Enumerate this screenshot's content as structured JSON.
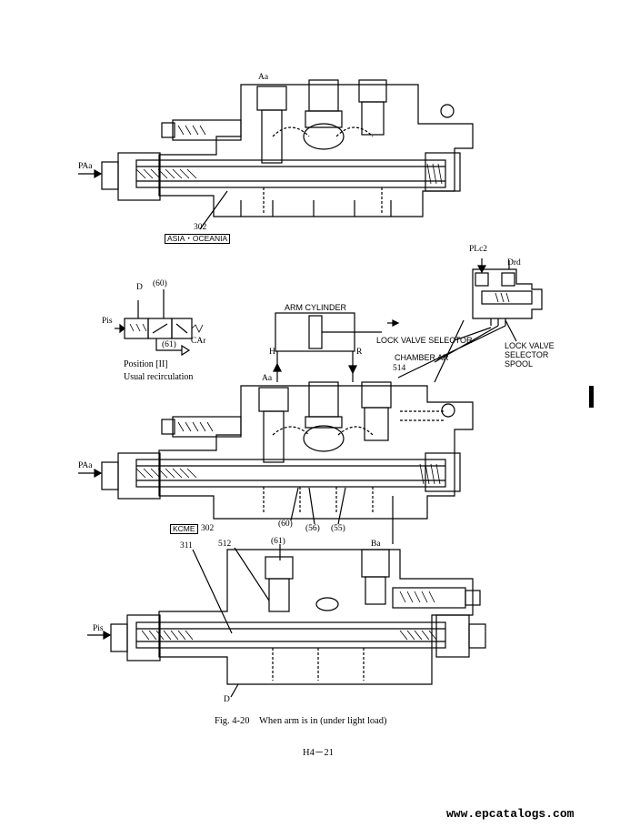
{
  "top_valve": {
    "port_aa": "Aa",
    "port_paa": "PAa",
    "part_302": "302",
    "region_label": "ASIA・OCEANIA"
  },
  "pilot_symbol": {
    "port_d": "D",
    "ref_60": "(60)",
    "port_pis": "Pis",
    "ref_61": "(61)",
    "port_car": "CAr",
    "position_label": "Position [II]",
    "mode_label": "Usual recirculation"
  },
  "cylinder": {
    "label": "ARM CYLINDER",
    "port_h": "H",
    "port_r": "R"
  },
  "selector": {
    "port_plc2": "PLc2",
    "port_drd": "Drd",
    "lock_valve_selector": "LOCK VALVE SELECTOR",
    "chamber_ar": "CHAMBER AR",
    "part_514": "514",
    "spool_line1": "LOCK VALVE",
    "spool_line2": "SELECTOR",
    "spool_line3": "SPOOL"
  },
  "middle_valve": {
    "port_aa": "Aa",
    "port_paa": "PAa",
    "region_label": "KCME",
    "part_302": "302",
    "ref_60": "(60)",
    "ref_56": "(56)",
    "ref_55": "(55)",
    "ref_61": "(61)",
    "port_ba": "Ba"
  },
  "bottom_valve": {
    "part_311": "311",
    "part_512": "512",
    "port_pis": "Pis",
    "port_d": "D"
  },
  "caption": "Fig. 4-20　When arm is in (under light load)",
  "page_number": "H4－21",
  "watermark": "www.epcatalogs.com"
}
